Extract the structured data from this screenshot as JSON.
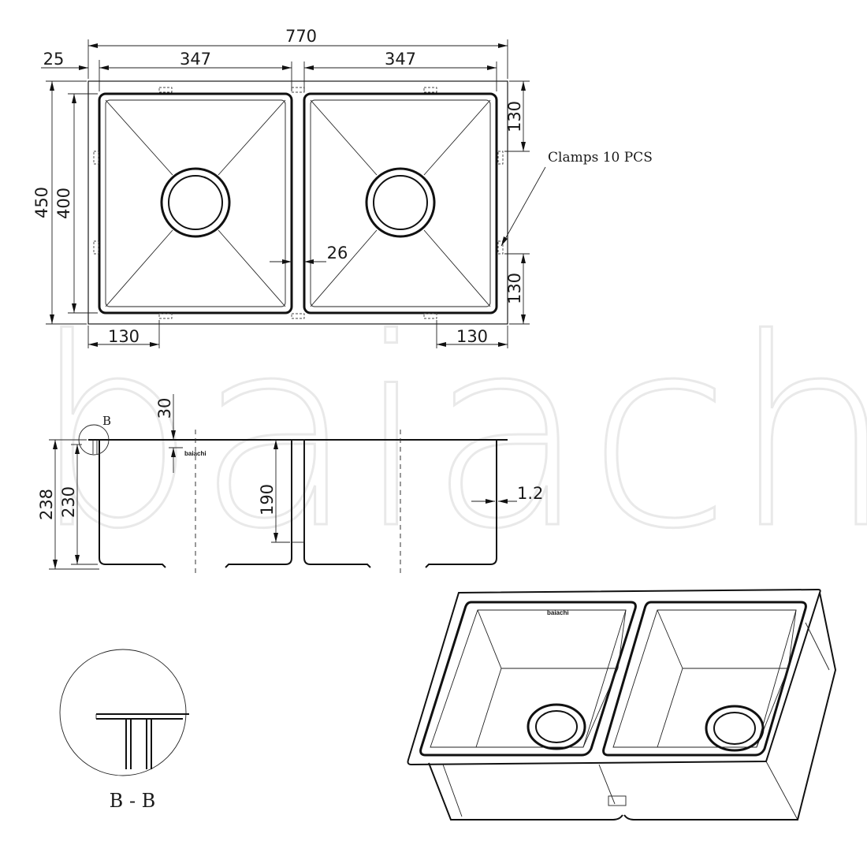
{
  "watermark": "baiachi",
  "brand_mark": "baiachi",
  "plan_view": {
    "overall_length": "770",
    "flange_edge": "25",
    "bowl_left_width": "347",
    "bowl_right_width": "347",
    "overall_width": "450",
    "bowl_depth_plan": "400",
    "divider_gap": "26",
    "clamp_offset_top": "130",
    "clamp_offset_bottom": "130",
    "clamp_offset_left": "130",
    "clamp_offset_right": "130",
    "clamps_note": "Clamps 10 PCS"
  },
  "section_view": {
    "detail_marker": "B",
    "flange_height": "30",
    "overall_height": "238",
    "bowl_height": "230",
    "divider_height": "190",
    "wall_thickness": "1.2"
  },
  "detail_view": {
    "label": "B  -  B"
  }
}
